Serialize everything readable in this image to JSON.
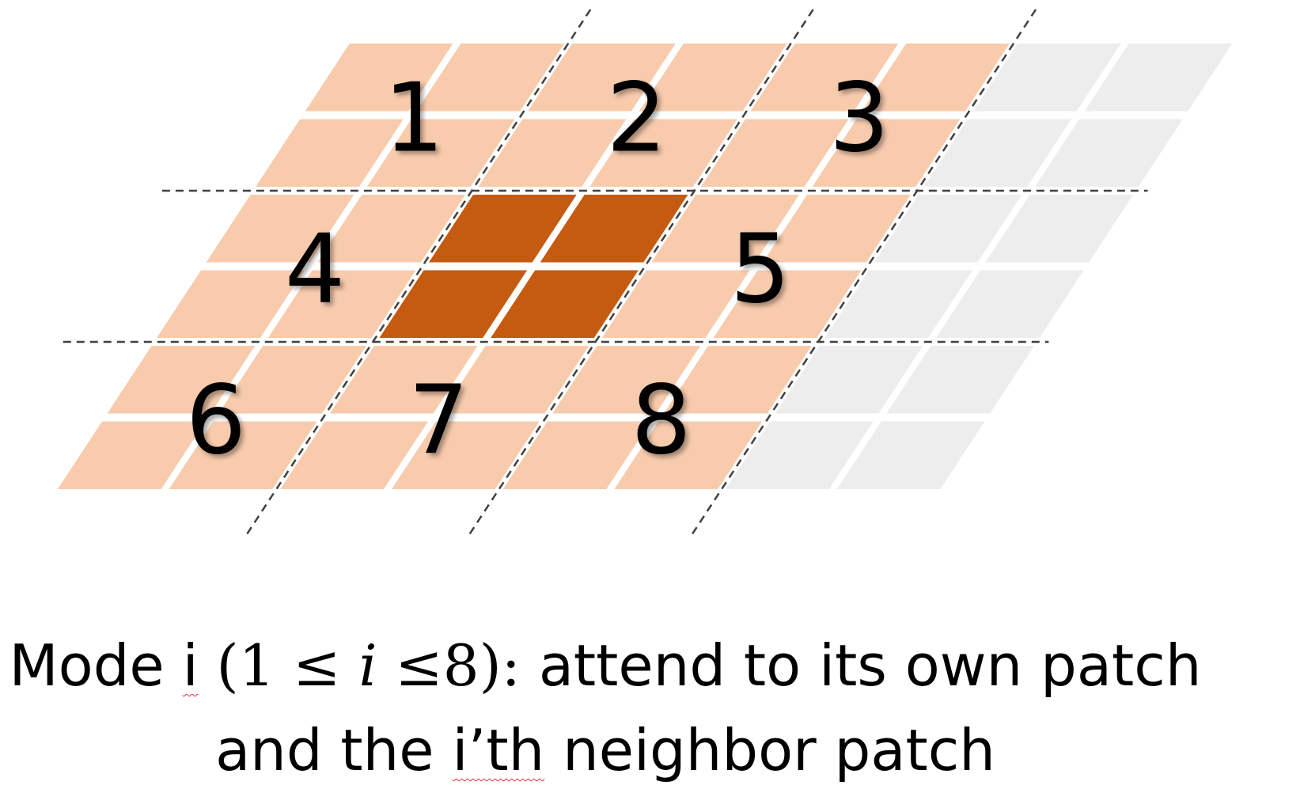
{
  "diagram": {
    "patch_labels": [
      "1",
      "2",
      "3",
      "4",
      "5",
      "6",
      "7",
      "8"
    ],
    "colors": {
      "neighbor": "#F8CBAD",
      "center": "#C55A11",
      "inactive": "#EDEDED",
      "divider": "#404040",
      "label": "#000000"
    }
  },
  "caption": {
    "line1_word": "Mode",
    "line1_i": "i",
    "line1_math_open": "(1",
    "line1_leq1": "≤",
    "line1_var": "i",
    "line1_leq2": "≤",
    "line1_math_close": "8):",
    "line1_rest": "attend to its own patch",
    "line2_start": "and the",
    "line2_ith": "i’th",
    "line2_end": "neighbor patch"
  }
}
